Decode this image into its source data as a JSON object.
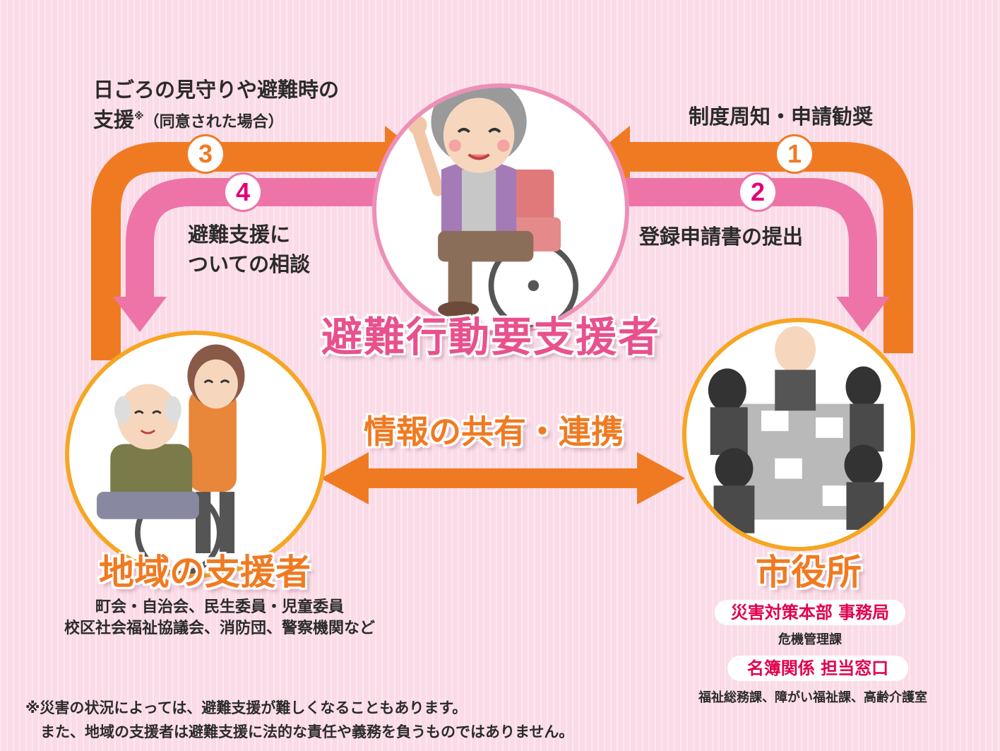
{
  "colors": {
    "orange": "#f07a22",
    "pink": "#ee74a8",
    "title_pink": "#e8518d",
    "red_text": "#e2004f",
    "background": "#fbdbe7"
  },
  "flows": [
    {
      "number": "1",
      "label": "制度周知・申請勧奨",
      "color": "orange",
      "direction": "市役所→避難行動要支援者"
    },
    {
      "number": "2",
      "label": "登録申請書の提出",
      "color": "pink",
      "direction": "避難行動要支援者→市役所"
    },
    {
      "number": "3",
      "label_line1": "日ごろの見守りや避難時の",
      "label_line2": "支援",
      "note_mark": "※",
      "note": "（同意された場合）",
      "color": "orange",
      "direction": "地域の支援者→避難行動要支援者"
    },
    {
      "number": "4",
      "label_line1": "避難支援に",
      "label_line2": "ついての相談",
      "color": "pink",
      "direction": "避難行動要支援者→地域の支援者"
    }
  ],
  "center": {
    "title": "避難行動要支援者",
    "illustration": "elderly-woman-in-wheelchair"
  },
  "left": {
    "title": "地域の支援者",
    "illustration": "caregiver-pushing-wheelchair",
    "desc_line1": "町会・自治会、民生委員・児童委員",
    "desc_line2": "校区社会福祉協議会、消防団、警察機関など"
  },
  "right": {
    "title": "市役所",
    "illustration": "office-meeting",
    "pill1": "災害対策本部 事務局",
    "pill1_sub": "危機管理課",
    "pill2": "名簿関係 担当窓口",
    "pill2_sub": "福祉総務課、障がい福祉課、高齢介護室"
  },
  "middle": {
    "label": "情報の共有・連携"
  },
  "footnote": {
    "line1": "※災害の状況によっては、避難支援が難しくなることもあります。",
    "line2": "　また、地域の支援者は避難支援に法的な責任や義務を負うものではありません。"
  }
}
